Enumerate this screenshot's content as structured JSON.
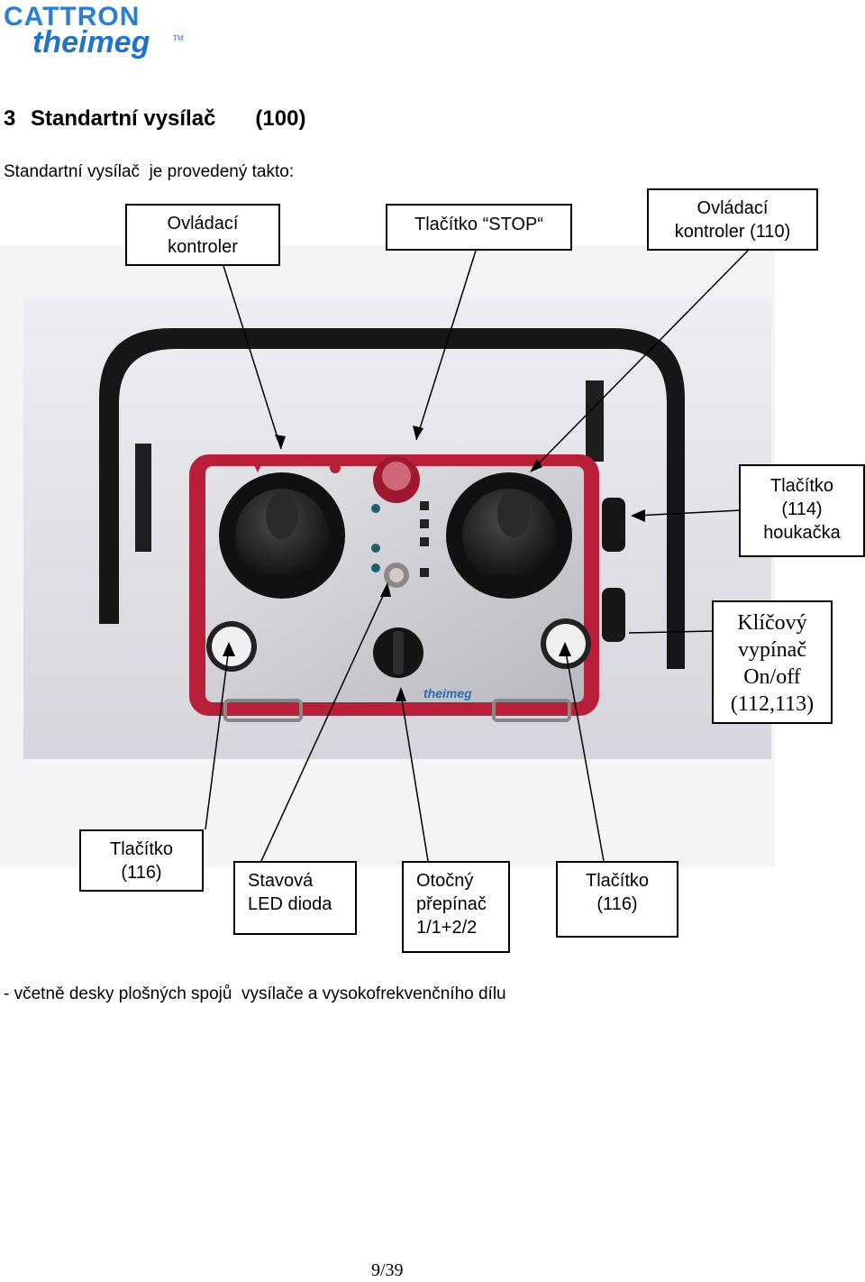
{
  "logo": {
    "brand_top": "CATTRON",
    "brand_bottom": "theimeg",
    "tm": "TM"
  },
  "heading": {
    "number": "3",
    "title": "Standartní vysílač",
    "code": "(100)"
  },
  "intro": "Standartní vysílač  je provedený takto:",
  "callouts": {
    "control_left": [
      "Ovládací",
      "kontroler"
    ],
    "stop_button": [
      "Tlačítko “STOP“"
    ],
    "control_right": [
      "Ovládací",
      "kontroler (110)"
    ],
    "horn_button": [
      "Tlačítko",
      "(114)",
      "houkačka"
    ],
    "key_switch": [
      "Klíčový",
      "vypínač",
      "On/off",
      "(112,113)"
    ],
    "button_left": [
      "Tlačítko",
      "(116)"
    ],
    "status_led": [
      "Stavová",
      "LED dioda"
    ],
    "rotary_switch": [
      "Otočný",
      "přepínač",
      "1/1+2/2"
    ],
    "button_right": [
      "Tlačítko",
      "(116)"
    ]
  },
  "photo_brand": "theimeg",
  "footer_line": "- včetně desky plošných spojů  vysílače a vysokofrekvenčního dílu",
  "page_number": "9/39"
}
